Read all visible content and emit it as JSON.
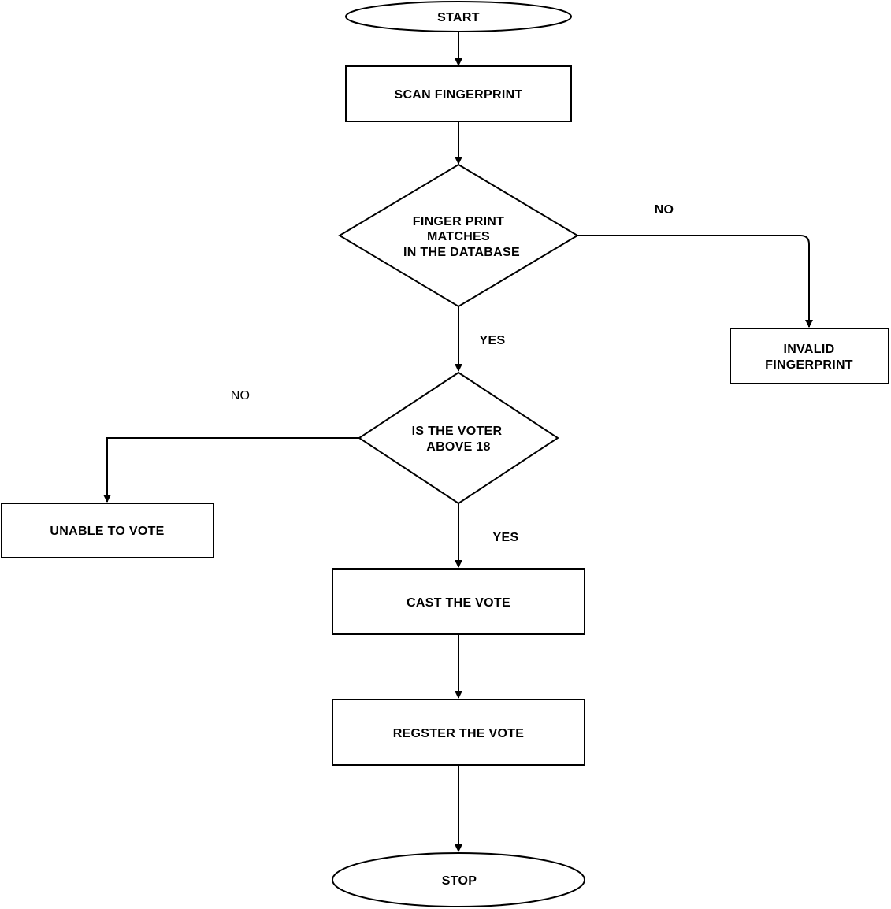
{
  "diagram": {
    "type": "flowchart",
    "colors": {
      "stroke": "#000000",
      "fill": "#ffffff",
      "text": "#000000"
    },
    "nodes": {
      "start": {
        "shape": "terminator",
        "lines": [
          "START"
        ]
      },
      "scan": {
        "shape": "process",
        "lines": [
          "SCAN FINGERPRINT"
        ]
      },
      "match": {
        "shape": "decision",
        "lines": [
          "FINGER PRINT",
          "MATCHES",
          "IN THE DATABASE"
        ]
      },
      "invalid": {
        "shape": "process",
        "lines": [
          "INVALID",
          "FINGERPRINT"
        ]
      },
      "age": {
        "shape": "decision",
        "lines": [
          "IS THE VOTER",
          "ABOVE 18"
        ]
      },
      "unable": {
        "shape": "process",
        "lines": [
          "UNABLE TO VOTE"
        ]
      },
      "cast": {
        "shape": "process",
        "lines": [
          "CAST THE VOTE"
        ]
      },
      "register": {
        "shape": "process",
        "lines": [
          "REGSTER THE VOTE"
        ]
      },
      "stop": {
        "shape": "terminator",
        "lines": [
          "STOP"
        ]
      }
    },
    "edges": [
      {
        "from": "start",
        "to": "scan",
        "label": ""
      },
      {
        "from": "scan",
        "to": "match",
        "label": ""
      },
      {
        "from": "match",
        "to": "invalid",
        "label": "NO"
      },
      {
        "from": "match",
        "to": "age",
        "label": "YES"
      },
      {
        "from": "age",
        "to": "unable",
        "label": "NO"
      },
      {
        "from": "age",
        "to": "cast",
        "label": "YES"
      },
      {
        "from": "cast",
        "to": "register",
        "label": ""
      },
      {
        "from": "register",
        "to": "stop",
        "label": ""
      }
    ]
  }
}
